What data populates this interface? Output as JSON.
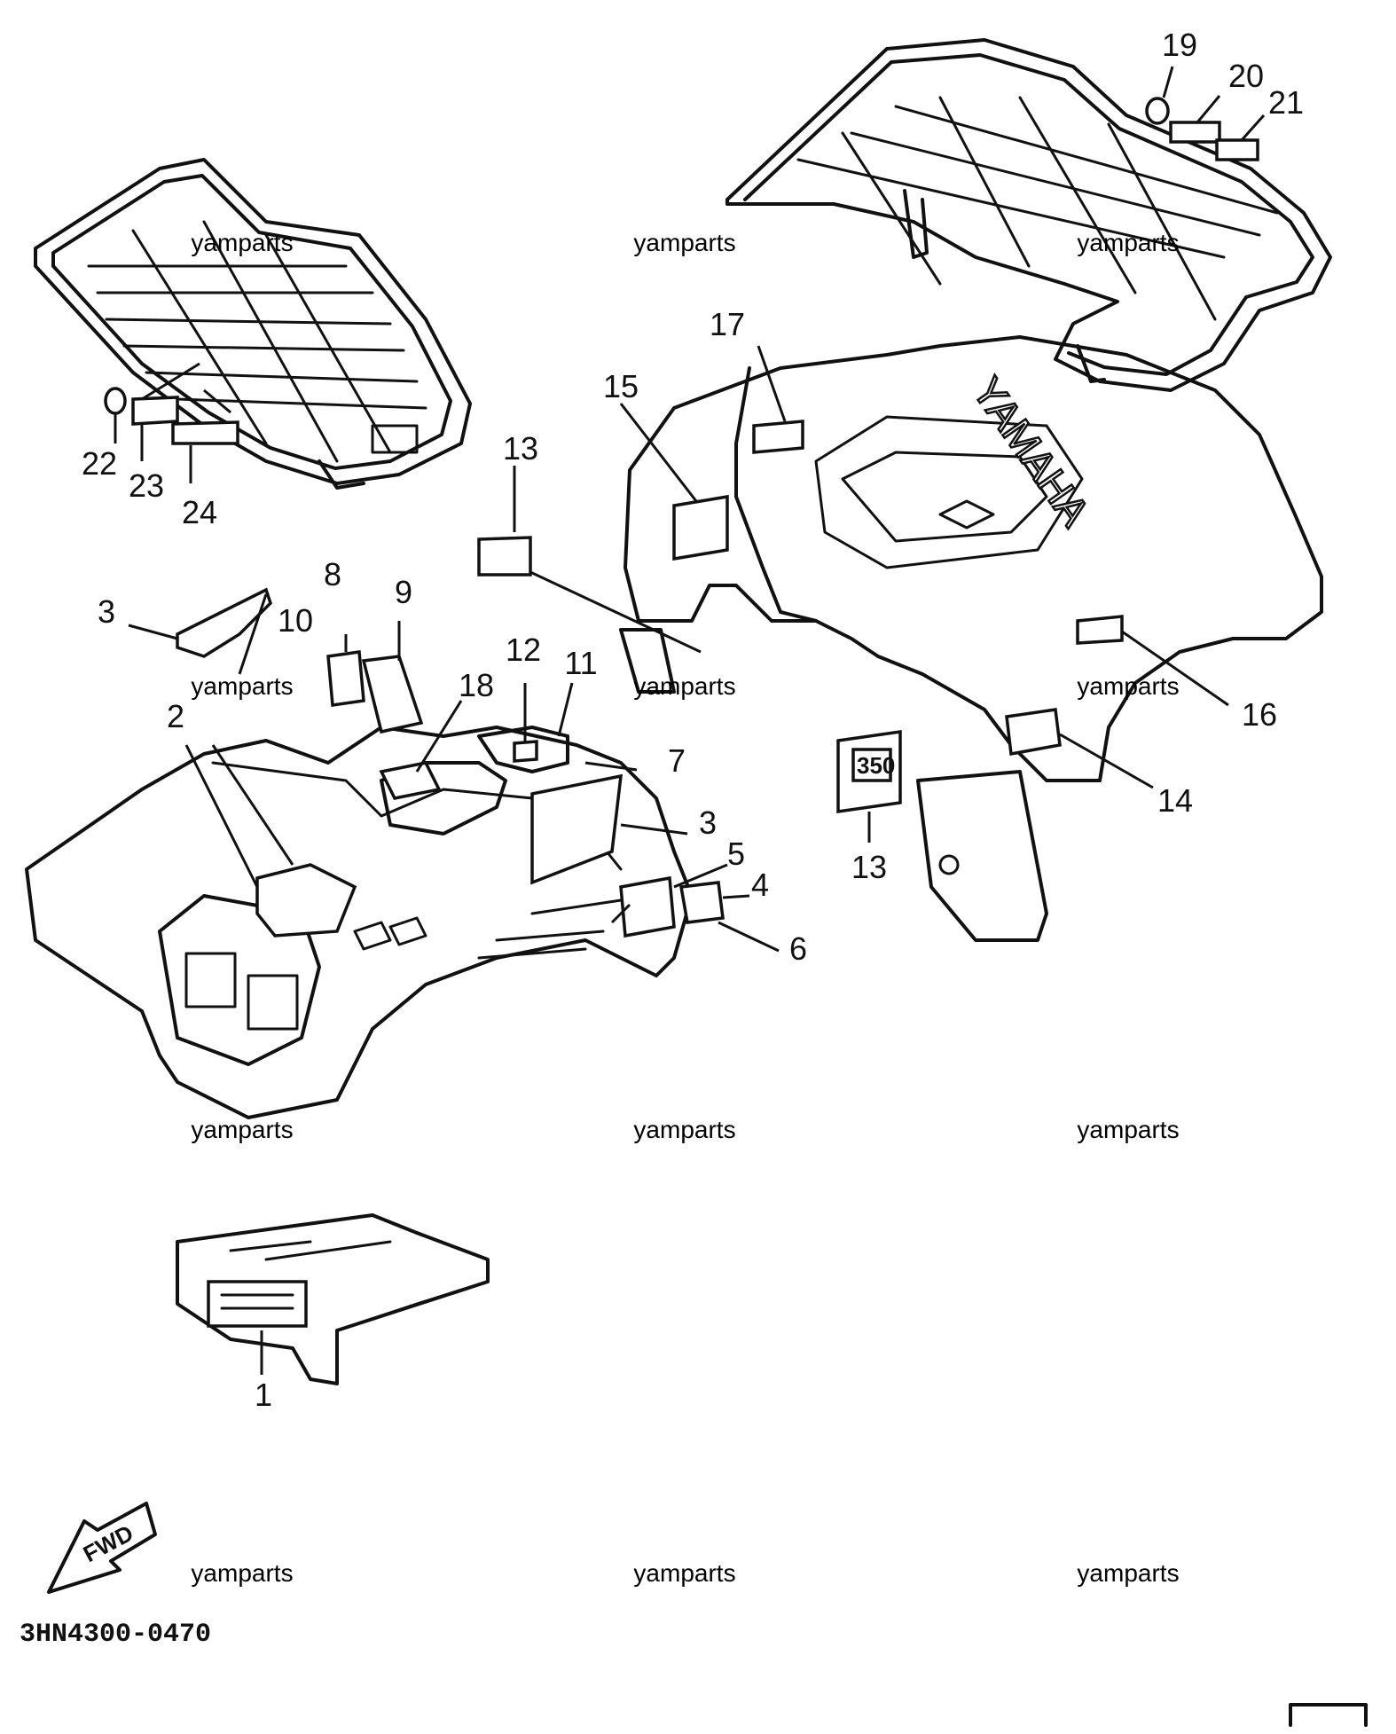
{
  "callouts": {
    "c1": "1",
    "c2": "2",
    "c3a": "3",
    "c3b": "3",
    "c4": "4",
    "c5": "5",
    "c6": "6",
    "c7": "7",
    "c8": "8",
    "c9": "9",
    "c10": "10",
    "c11": "11",
    "c12": "12",
    "c13a": "13",
    "c13b": "13",
    "c14": "14",
    "c15": "15",
    "c16": "16",
    "c17": "17",
    "c18": "18",
    "c19": "19",
    "c20": "20",
    "c21": "21",
    "c22": "22",
    "c23": "23",
    "c24": "24"
  },
  "watermark": "yamparts",
  "diagram_code": "3HN4300-0470",
  "fender_brand": "YAMAHA",
  "engine_badge": "350",
  "fwd_arrow": "FWD",
  "icons": {
    "fwd": "forward-arrow-icon"
  }
}
